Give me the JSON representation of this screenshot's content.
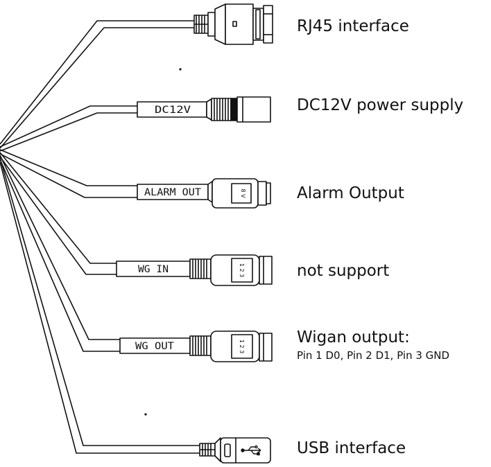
{
  "colors": {
    "line": "#111111",
    "background": "#ffffff"
  },
  "connectors": [
    {
      "id": "rj45",
      "tag": "",
      "description": "RJ45 interface",
      "detail": ""
    },
    {
      "id": "dc12v",
      "tag": "DC12V",
      "description": "DC12V power supply",
      "detail": ""
    },
    {
      "id": "alarm",
      "tag": "ALARM OUT",
      "description": "Alarm Output",
      "detail": "",
      "plug_text": "8 V"
    },
    {
      "id": "wg-in",
      "tag": "WG IN",
      "description": "not support",
      "detail": "",
      "plug_text": "1 2 3"
    },
    {
      "id": "wg-out",
      "tag": "WG OUT",
      "description": "Wigan output:",
      "detail": "Pin 1 D0, Pin 2 D1, Pin 3 GND",
      "plug_text": "1 2 3"
    },
    {
      "id": "usb",
      "tag": "",
      "description": "USB interface",
      "detail": "",
      "plug_icon": "usb-icon"
    }
  ]
}
